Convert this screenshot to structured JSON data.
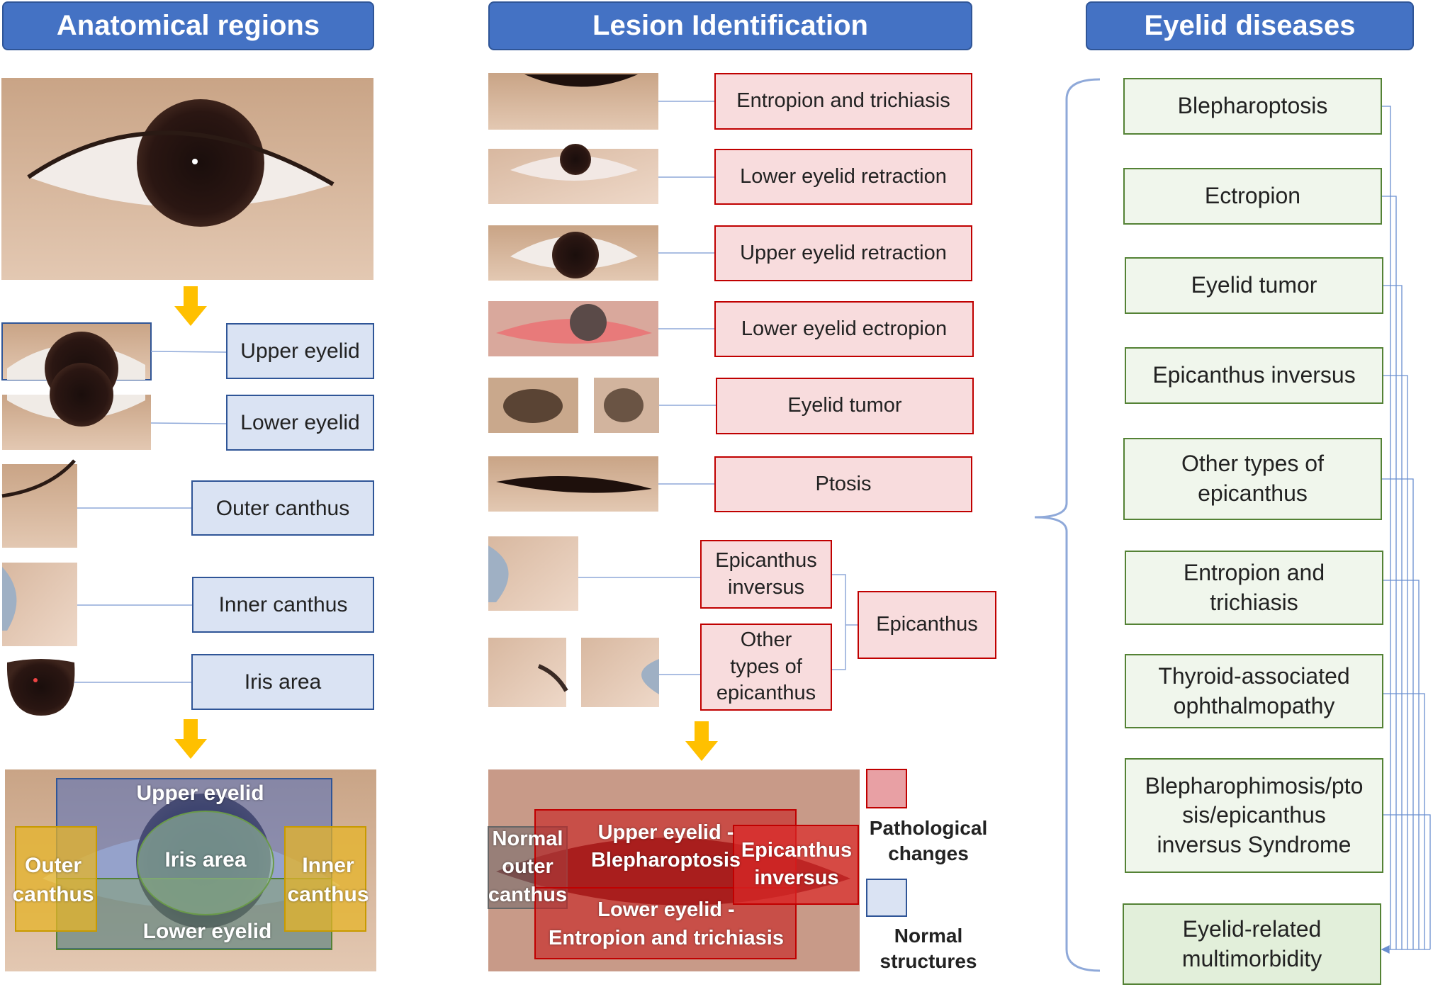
{
  "headers": {
    "left": "Anatomical regions",
    "middle": "Lesion Identification",
    "right": "Eyelid diseases"
  },
  "anatomical": {
    "labels": [
      "Upper eyelid",
      "Lower eyelid",
      "Outer canthus",
      "Inner canthus",
      "Iris area"
    ],
    "overlay": {
      "upper": "Upper eyelid",
      "iris": "Iris area",
      "outer": "Outer\ncanthus",
      "inner": "Inner\ncanthus",
      "lower": "Lower eyelid"
    }
  },
  "lesions": {
    "labels": [
      "Entropion and trichiasis",
      "Lower eyelid retraction",
      "Upper eyelid retraction",
      "Lower eyelid ectropion",
      "Eyelid tumor",
      "Ptosis"
    ],
    "epicanthus_inversus": "Epicanthus\ninversus",
    "other_epicanthus": "Other\ntypes of\nepicanthus",
    "epicanthus": "Epicanthus",
    "overlay": {
      "normal_outer": "Normal\nouter\ncanthus",
      "upper": "Upper eyelid -\nBlepharoptosis",
      "epi": "Epicanthus\ninversus",
      "lower": "Lower eyelid -\nEntropion and trichiasis"
    },
    "legend": {
      "pathological": "Pathological\nchanges",
      "normal": "Normal\nstructures",
      "pathological_color": "#e8a0a4",
      "normal_color": "#dae3f3"
    }
  },
  "diseases": [
    "Blepharoptosis",
    "Ectropion",
    "Eyelid tumor",
    "Epicanthus inversus",
    "Other types of\nepicanthus",
    "Entropion and\ntrichiasis",
    "Thyroid-associated\nophthalmopathy",
    "Blepharophimosis/pto\nsis/epicanthus\ninversus Syndrome",
    "Eyelid-related\nmultimorbidity"
  ],
  "colors": {
    "header_blue": "#4472c4",
    "normal_fill": "#dae3f3",
    "patho_fill": "#f8dcdd",
    "patho_border": "#c00000",
    "disease_fill": "#f0f6ec",
    "disease_border": "#548235",
    "arrow_yellow": "#ffc000"
  }
}
